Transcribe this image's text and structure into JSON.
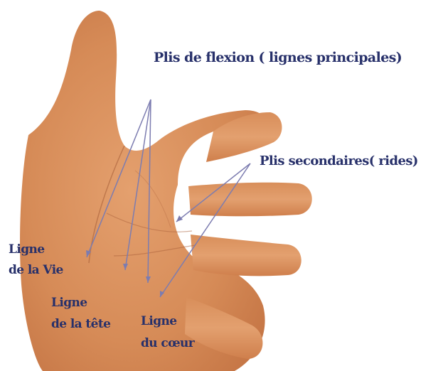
{
  "labels": {
    "main_title": "Plis de flexion ( lignes principales)",
    "secondary": "Plis secondaires( rides)",
    "vie_line1": "Ligne",
    "vie_line2": "de la Vie",
    "tete_line1": "Ligne",
    "tete_line2": "de la tête",
    "coeur_line1": "Ligne",
    "coeur_line2": "du cœur"
  },
  "colors": {
    "label_text": "#27306a",
    "arrow": "#7c7cb0",
    "skin": "#d9905f"
  }
}
